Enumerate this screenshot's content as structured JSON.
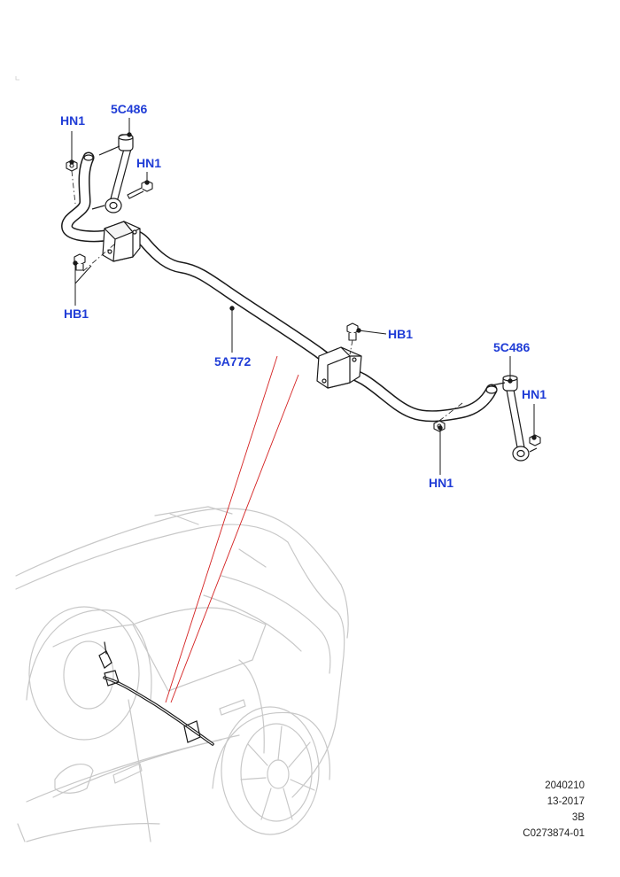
{
  "colors": {
    "callout": "#1f3cd6",
    "line": "#1a1a1a",
    "vehicle": "#c8c8c8",
    "pointer": "#d42020"
  },
  "callouts": {
    "hn1_top_left": "HN1",
    "link_top": "5C486",
    "hn1_link_bolt": "HN1",
    "hb1_left": "HB1",
    "stabilizer_bar": "5A772",
    "hb1_right": "HB1",
    "link_right": "5C486",
    "hn1_right": "HN1",
    "hn1_bottom": "HN1"
  },
  "meta": {
    "line1": "2040210",
    "line2": "13-2017",
    "line3": "3B",
    "line4": "C0273874-01"
  }
}
